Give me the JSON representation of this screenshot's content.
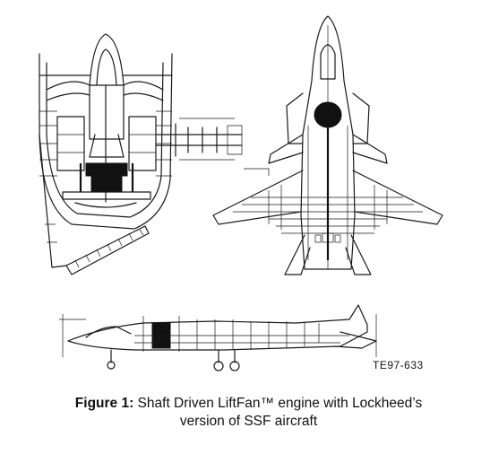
{
  "figure": {
    "tag": "TE97-633",
    "caption_label": "Figure 1:",
    "caption_line1": " Shaft Driven LiftFan™ engine with Lockheed’s",
    "caption_line2": "version of SSF aircraft"
  }
}
